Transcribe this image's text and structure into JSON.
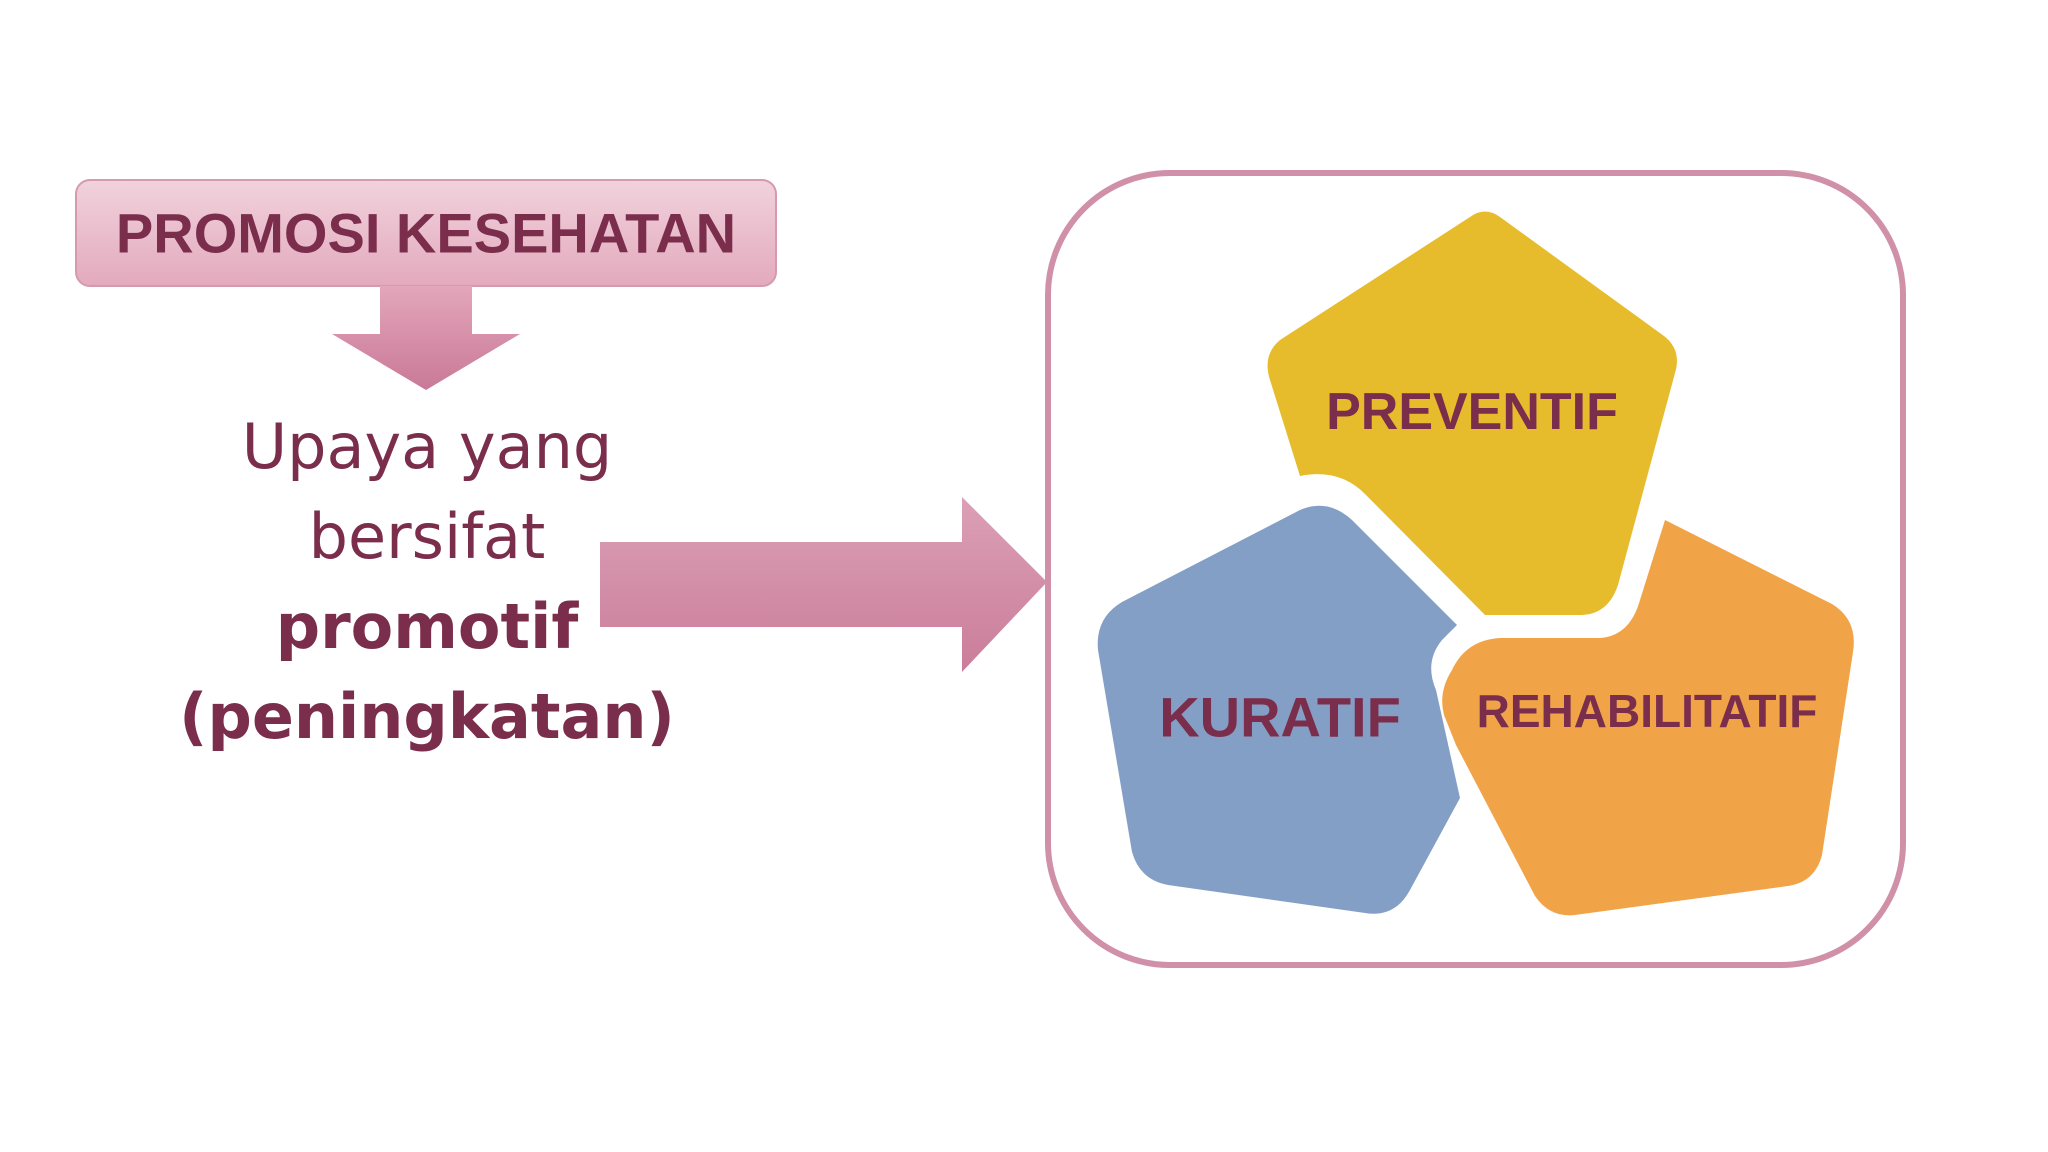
{
  "header": {
    "title": "PROMOSI KESEHATAN"
  },
  "description": {
    "line1": "Upaya yang",
    "line2": "bersifat",
    "line3": "promotif",
    "line4": "(peningkatan)"
  },
  "pentagons": {
    "preventif": "PREVENTIF",
    "kuratif": "KURATIF",
    "rehabilitatif": "REHABILITATIF"
  },
  "colors": {
    "text": "#7b2d4c",
    "arrow": "#d68fa7",
    "title_box": "#e9bccb",
    "frame_border": "#cf90a8",
    "preventif": "#e6bc2c",
    "kuratif": "#849fc5",
    "rehabilitatif": "#f1a447"
  }
}
